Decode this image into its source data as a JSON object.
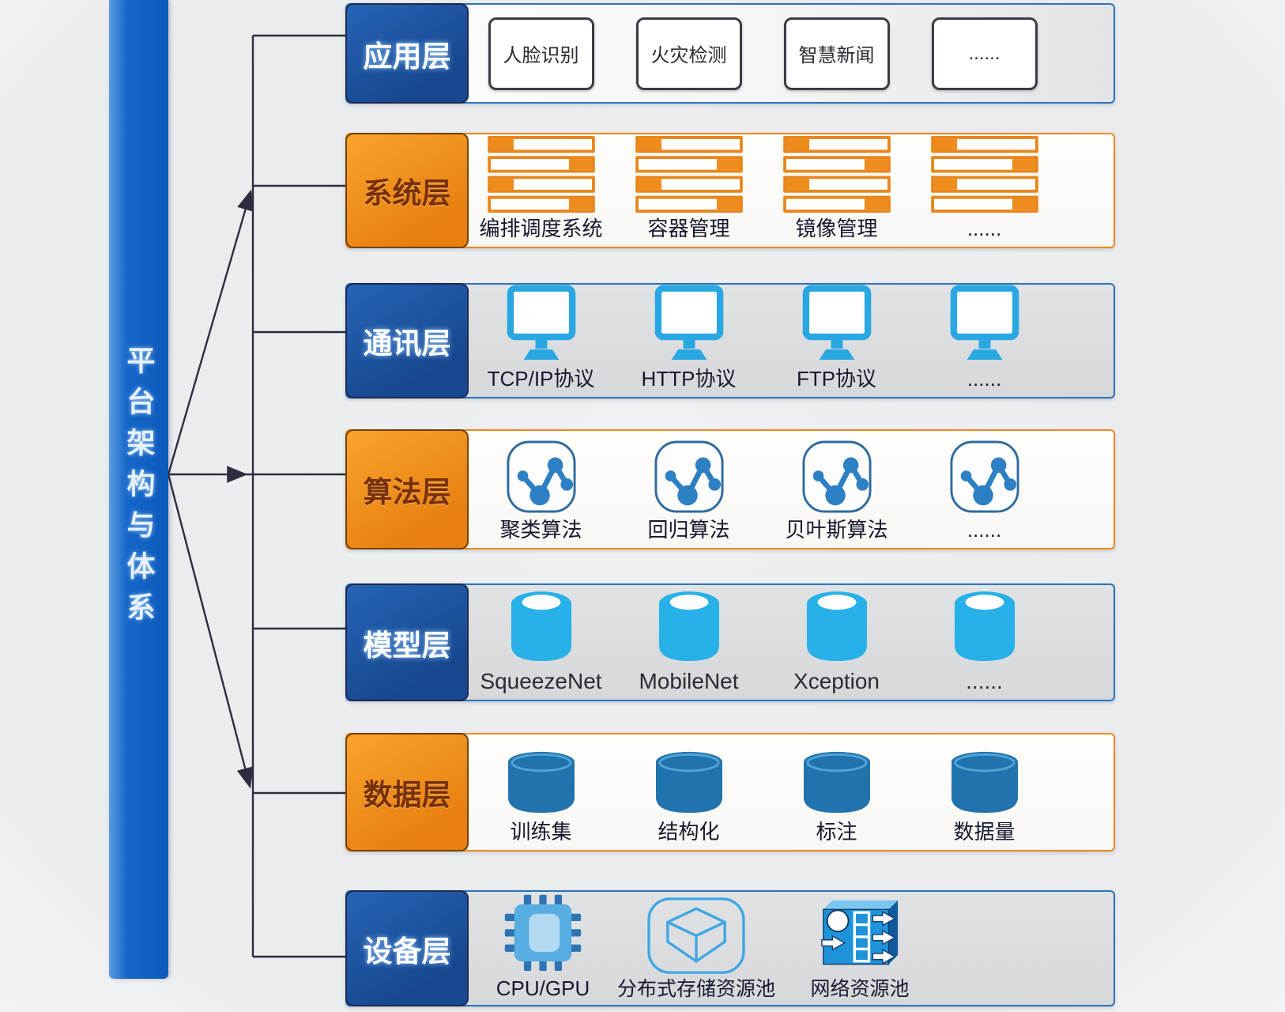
{
  "sidebar": {
    "label": "平台架构与体系"
  },
  "colors": {
    "bar_blue": "#1466c8",
    "label_blue": "#17488f",
    "label_orange": "#f08c1d",
    "blue_border": "#2c74ba",
    "orange_border": "#ec8a1e",
    "icon_monitor_blue": "#29a7e2",
    "icon_cylinder_light": "#27b1e8",
    "icon_cylinder_dark": "#2173ad",
    "icon_stack_orange": "#e8861c",
    "icon_algo_blue": "#2e80c4",
    "connector_line": "#2d2d40"
  },
  "layers": [
    {
      "label": "应用层",
      "theme": "blue",
      "icon": "app-box",
      "items": [
        {
          "label": "人脸识别"
        },
        {
          "label": "火灾检测"
        },
        {
          "label": "智慧新闻"
        },
        {
          "label": "......"
        }
      ]
    },
    {
      "label": "系统层",
      "theme": "orange",
      "icon": "stack-icon",
      "items": [
        {
          "label": "编排调度系统"
        },
        {
          "label": "容器管理"
        },
        {
          "label": "镜像管理"
        },
        {
          "label": "......"
        }
      ]
    },
    {
      "label": "通讯层",
      "theme": "blue",
      "icon": "monitor-icon",
      "items": [
        {
          "label": "TCP/IP协议"
        },
        {
          "label": "HTTP协议"
        },
        {
          "label": "FTP协议"
        },
        {
          "label": "......"
        }
      ]
    },
    {
      "label": "算法层",
      "theme": "orange",
      "icon": "algorithm-node-icon",
      "items": [
        {
          "label": "聚类算法"
        },
        {
          "label": "回归算法"
        },
        {
          "label": "贝叶斯算法"
        },
        {
          "label": "......"
        }
      ]
    },
    {
      "label": "模型层",
      "theme": "blue",
      "icon": "database-cylinder-icon",
      "items": [
        {
          "label": "SqueezeNet"
        },
        {
          "label": "MobileNet"
        },
        {
          "label": "Xception"
        },
        {
          "label": "......"
        }
      ]
    },
    {
      "label": "数据层",
      "theme": "orange",
      "icon": "database-cylinder-icon",
      "items": [
        {
          "label": "训练集"
        },
        {
          "label": "结构化"
        },
        {
          "label": "标注"
        },
        {
          "label": "数据量"
        }
      ]
    },
    {
      "label": "设备层",
      "theme": "blue",
      "icon": "device-icons",
      "items": [
        {
          "label": "CPU/GPU",
          "icon": "cpu-chip-icon"
        },
        {
          "label": "分布式存储资源池",
          "icon": "storage-cube-icon"
        },
        {
          "label": "网络资源池",
          "icon": "network-switch-icon"
        }
      ]
    }
  ]
}
